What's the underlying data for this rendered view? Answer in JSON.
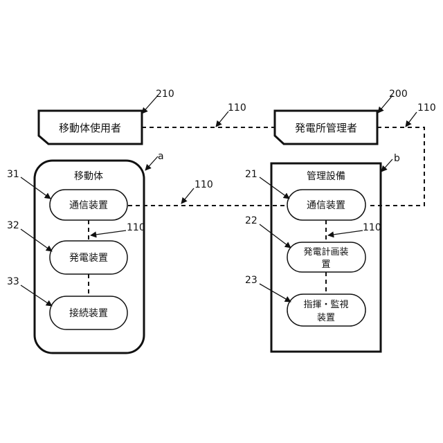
{
  "nodes": {
    "user_box": {
      "label": "移動体使用者",
      "ref": "210"
    },
    "operator_box": {
      "label": "発電所管理者",
      "ref": "200"
    },
    "mobile_body": {
      "title": "移動体",
      "ref": "a"
    },
    "management_equipment": {
      "title": "管理設備",
      "ref": "b"
    },
    "mobile_comm": {
      "label": "通信装置",
      "ref": "31"
    },
    "mobile_gen": {
      "label": "発電装置",
      "ref": "32"
    },
    "mobile_conn": {
      "label": "接続装置",
      "ref": "33"
    },
    "mgmt_comm": {
      "label": "通信装置",
      "ref": "21"
    },
    "mgmt_plan": {
      "label_line1": "発電計画装",
      "label_line2": "置",
      "ref": "22"
    },
    "mgmt_command": {
      "label_line1": "指揮・監視",
      "label_line2": "装置",
      "ref": "23"
    }
  },
  "links": {
    "top_link": "110",
    "right_link": "110",
    "middle_link": "110",
    "mobile_internal": "110",
    "mgmt_internal": "110"
  }
}
